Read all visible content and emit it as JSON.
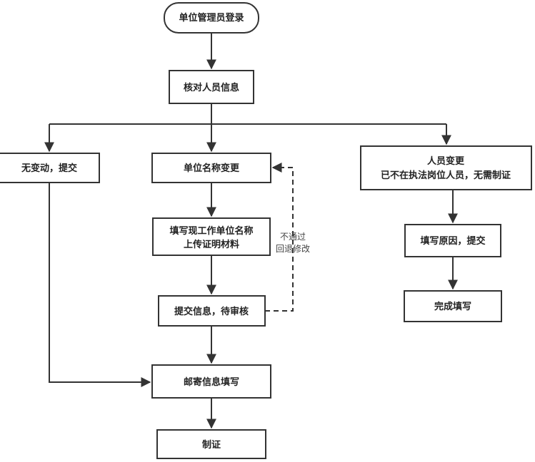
{
  "nodes": {
    "login": "单位管理员登录",
    "verify": "核对人员信息",
    "no_change": "无变动，提交",
    "name_change": "单位名称变更",
    "personnel_change_line1": "人员变更",
    "personnel_change_line2": "已不在执法岗位人员，无需制证",
    "fill_new_name_line1": "填写现工作单位名称",
    "fill_new_name_line2": "上传证明材料",
    "fill_reason": "填写原因，提交",
    "submit_pending": "提交信息，待审核",
    "complete": "完成填写",
    "mailing_info": "邮寄信息填写",
    "certificate": "制证"
  },
  "edge_labels": {
    "reject_line1": "不通过",
    "reject_line2": "回退修改"
  },
  "colors": {
    "stroke": "#333333",
    "text": "#222222",
    "background": "#ffffff"
  }
}
